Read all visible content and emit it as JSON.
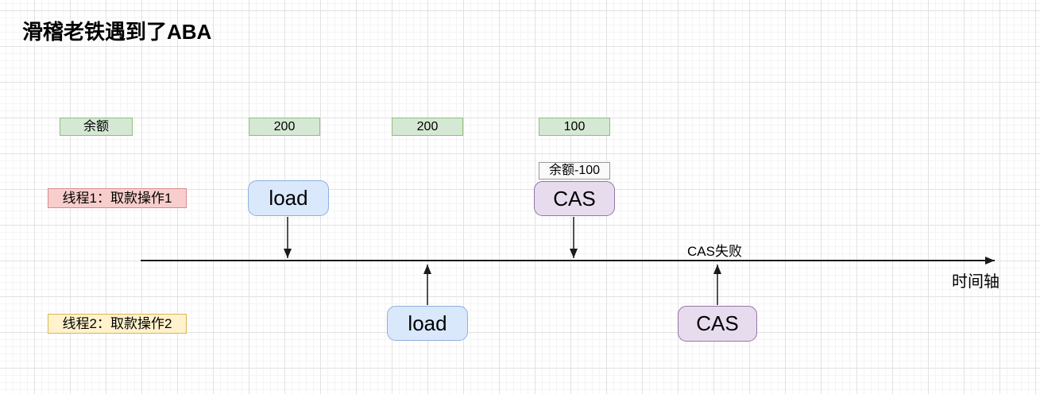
{
  "title": "滑稽老铁遇到了ABA",
  "diagram": {
    "balance_header": "余额",
    "balance_values": [
      "200",
      "200",
      "100"
    ],
    "thread1": {
      "label": "线程1：取款操作1",
      "load": "load",
      "cas": "CAS",
      "cas_note": "余额-100"
    },
    "thread2": {
      "label": "线程2：取款操作2",
      "load": "load",
      "cas": "CAS",
      "cas_result": "CAS失败"
    },
    "axis_label": "时间轴"
  },
  "colors": {
    "green_fill": "#d5e8d4",
    "green_border": "#8fbf7f",
    "blue_fill": "#dae8fc",
    "blue_border": "#8db0dd",
    "purple_fill": "#e7dcee",
    "purple_border": "#9673a6",
    "pink_fill": "#f8cecc",
    "pink_border": "#d88a8a",
    "yellow_fill": "#fff2cc",
    "yellow_border": "#d6b656",
    "note_fill": "#f9f9f9",
    "note_border": "#999999",
    "grid_minor": "#f4f4f4",
    "grid_major": "#e2e2e2",
    "line_color": "#1a1a1a"
  }
}
